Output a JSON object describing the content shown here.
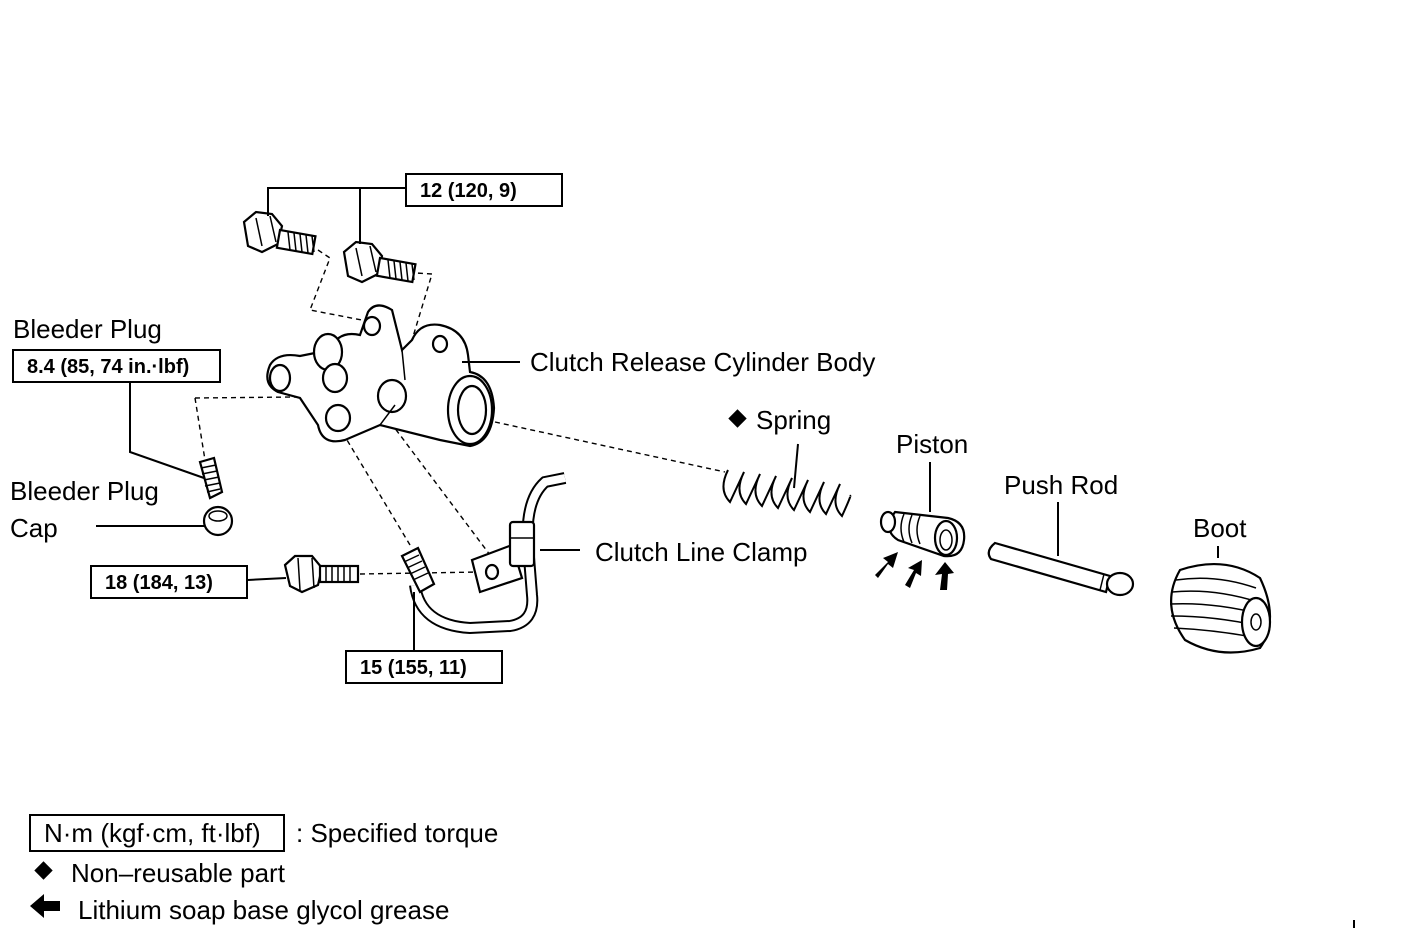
{
  "torque_specs": {
    "upper_bolts": "12 (120, 9)",
    "bleeder_plug": "8.4 (85, 74 in.·lbf)",
    "clamp_bolt": "18 (184, 13)",
    "union": "15 (155, 11)"
  },
  "parts": {
    "bleeder_plug": "Bleeder Plug",
    "bleeder_plug_cap_line1": "Bleeder Plug",
    "bleeder_plug_cap_line2": "Cap",
    "cylinder_body": "Clutch Release Cylinder Body",
    "spring": "Spring",
    "piston": "Piston",
    "push_rod": "Push Rod",
    "boot": "Boot",
    "line_clamp": "Clutch Line Clamp"
  },
  "legend": {
    "torque_unit": "N·m (kgf·cm, ft·lbf)",
    "torque_text": ": Specified torque",
    "non_reusable": "Non–reusable part",
    "grease": "Lithium soap base glycol grease"
  }
}
